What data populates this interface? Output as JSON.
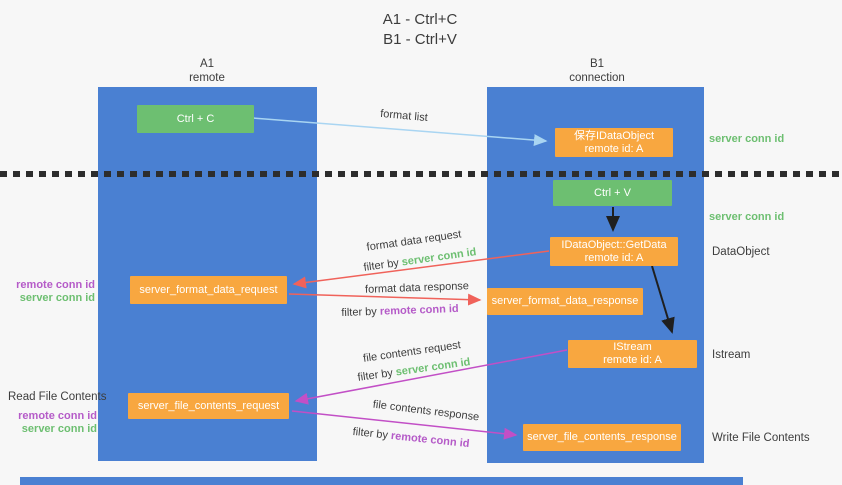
{
  "title": {
    "line1": "A1 - Ctrl+C",
    "line2": "B1 - Ctrl+V"
  },
  "lanes": {
    "left": {
      "name": "A1",
      "role": "remote"
    },
    "right": {
      "name": "B1",
      "role": "connection"
    }
  },
  "nodes": {
    "ctrl_c": {
      "label": "Ctrl + C"
    },
    "ctrl_v": {
      "label": "Ctrl + V"
    },
    "save_idataobject": {
      "line1": "保存IDataObject",
      "line2": "remote id: A"
    },
    "getdata": {
      "line1": "IDataObject::GetData",
      "line2": "remote id: A"
    },
    "istream": {
      "line1": "IStream",
      "line2": "remote id: A"
    },
    "format_request": {
      "label": "server_format_data_request"
    },
    "format_response": {
      "label": "server_format_data_response"
    },
    "file_request": {
      "label": "server_file_contents_request"
    },
    "file_response": {
      "label": "server_file_contents_response"
    }
  },
  "flow_labels": {
    "format_list": "format list",
    "format_data_request": "format data request",
    "format_data_response": "format data response",
    "file_contents_request": "file contents request",
    "file_contents_response": "file contents response",
    "filter_by": "filter by ",
    "server_conn_id": "server conn id",
    "remote_conn_id": "remote conn id"
  },
  "side_labels": {
    "server_conn_id_top": "server conn id",
    "server_conn_id_mid": "server conn id",
    "dataobject": "DataObject",
    "istream": "Istream",
    "write_file_contents": "Write File Contents",
    "read_file_contents": "Read File Contents",
    "remote_conn_id": "remote conn id",
    "server_conn_id": "server conn id"
  },
  "colors": {
    "column_blue": "#4a80d2",
    "box_green": "#6dbf71",
    "box_orange": "#f8a740",
    "arrow_lightblue": "#a9d5f2",
    "arrow_red": "#f0625a",
    "arrow_magenta": "#c24fc6",
    "text_green": "#6dbf71",
    "text_purple": "#b55bc8"
  }
}
